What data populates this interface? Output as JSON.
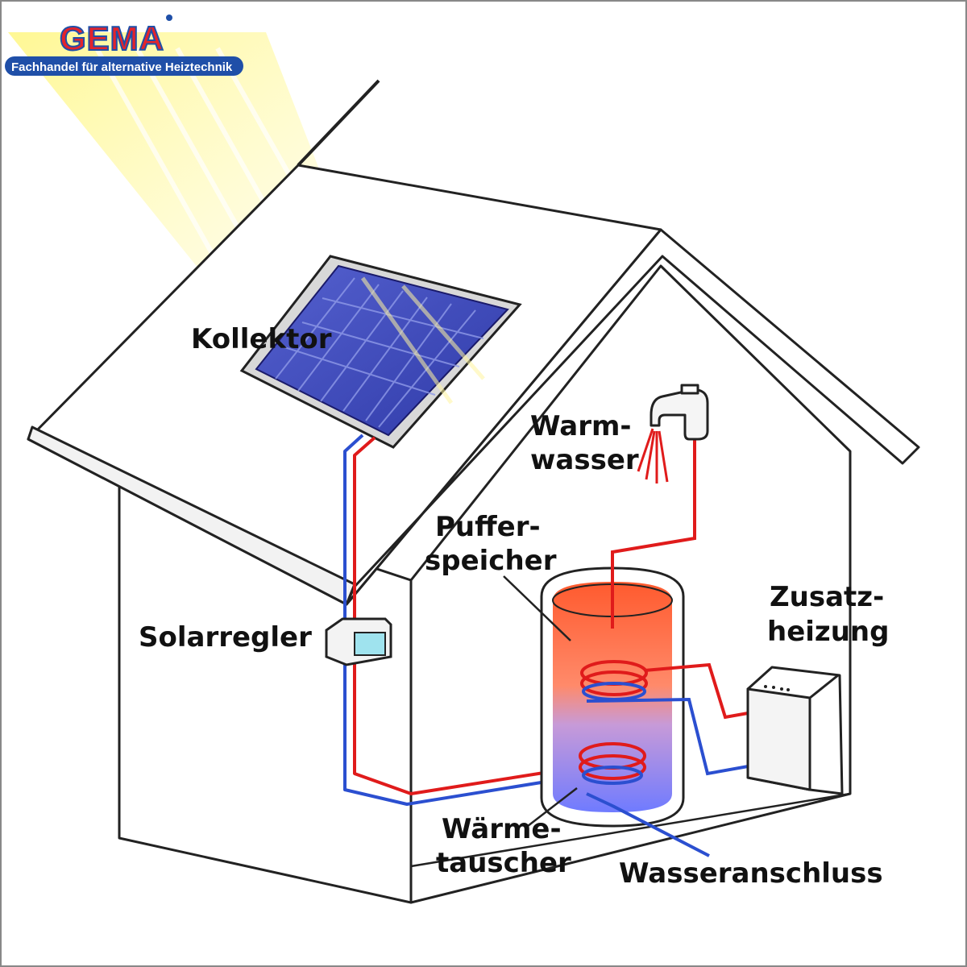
{
  "logo": {
    "brand": "GEMA",
    "tagline": "Fachhandel für alternative Heiztechnik"
  },
  "labels": {
    "kollektor": "Kollektor",
    "warmwasser_1": "Warm-",
    "warmwasser_2": "wasser",
    "pufferspeicher_1": "Puffer-",
    "pufferspeicher_2": "speicher",
    "zusatzheizung_1": "Zusatz-",
    "zusatzheizung_2": "heizung",
    "solarregler": "Solarregler",
    "waermetauscher_1": "Wärme-",
    "waermetauscher_2": "tauscher",
    "wasseranschluss": "Wasseranschluss"
  },
  "colors": {
    "hot_pipe": "#e01b1b",
    "cold_pipe": "#2b4fd0",
    "sun": "#fff36a",
    "panel": "#3b47b8",
    "tank_top": "#ff6a3d",
    "tank_bottom": "#6a7bff",
    "brand_red": "#e3242b",
    "brand_blue": "#1f4fa8"
  }
}
